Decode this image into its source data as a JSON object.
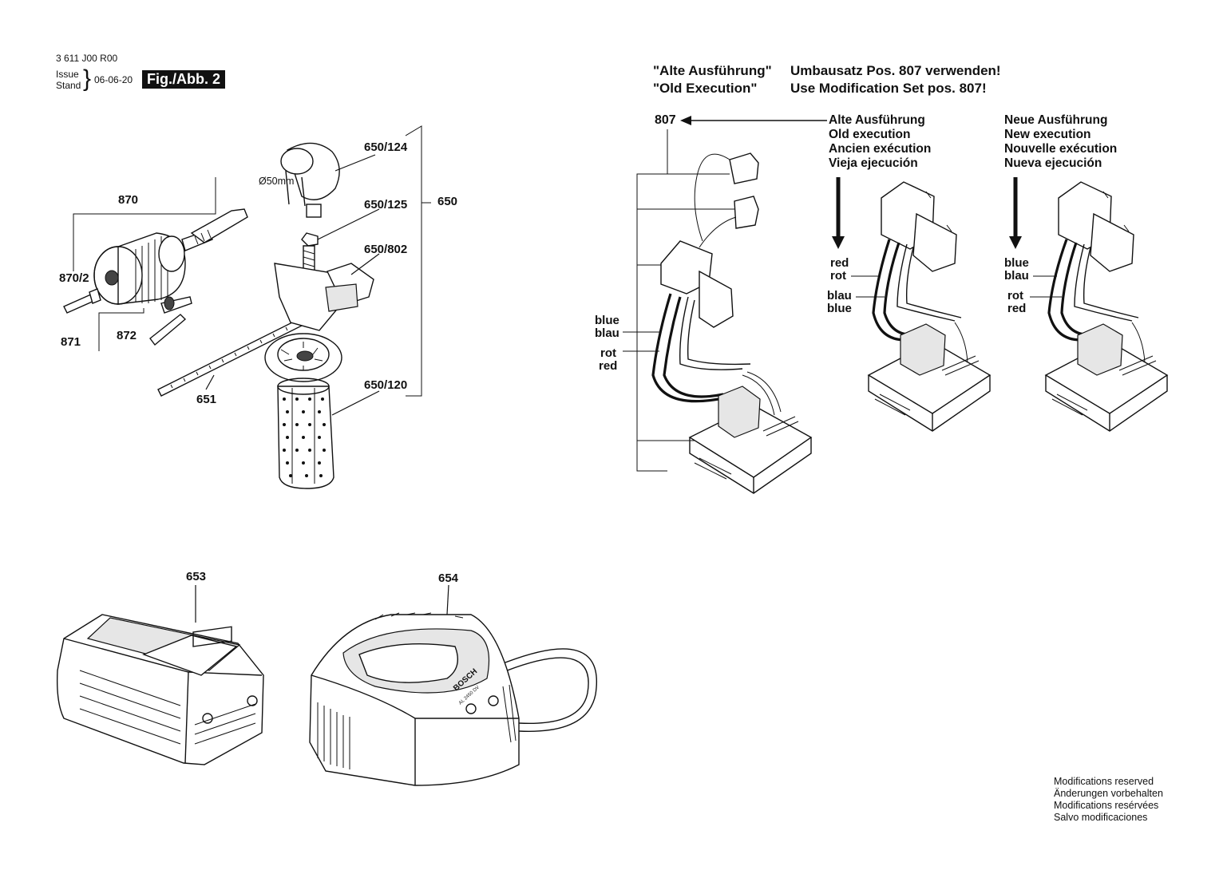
{
  "header": {
    "doc_number": "3 611 J00 R00",
    "issue": "Issue",
    "stand": "Stand",
    "date": "06-06-20",
    "figure": "Fig./Abb. 2"
  },
  "notice": {
    "line1_left": "\"Alte Ausführung\"",
    "line1_right": "Umbausatz Pos. 807 verwenden!",
    "line2_left": "\"Old Execution\"",
    "line2_right": "Use Modification Set pos. 807!"
  },
  "parts": {
    "p870": "870",
    "p870_2": "870/2",
    "p871": "871",
    "p872": "872",
    "p651": "651",
    "p650": "650",
    "p650_124": "650/124",
    "p650_125": "650/125",
    "p650_802": "650/802",
    "p650_120": "650/120",
    "diameter": "Ø50mm",
    "p653": "653",
    "p654": "654",
    "p807": "807"
  },
  "old_execution": {
    "lines": [
      "Alte Ausführung",
      "Old execution",
      "Ancien exécution",
      "Vieja ejecución"
    ]
  },
  "new_execution": {
    "lines": [
      "Neue Ausführung",
      "New execution",
      "Nouvelle exécution",
      "Nueva ejecución"
    ]
  },
  "wire_labels": {
    "left": {
      "a": "blue",
      "b": "blau",
      "c": "rot",
      "d": "red"
    },
    "middle": {
      "a": "red",
      "b": "rot",
      "c": "blau",
      "d": "blue"
    },
    "right": {
      "a": "blue",
      "b": "blau",
      "c": "rot",
      "d": "red"
    }
  },
  "charger_text": {
    "brand": "BOSCH",
    "model": "AL 2450 DV"
  },
  "footer": {
    "lines": [
      "Modifications reserved",
      "Änderungen vorbehalten",
      "Modifications resérvées",
      "Salvo modificaciones"
    ]
  }
}
